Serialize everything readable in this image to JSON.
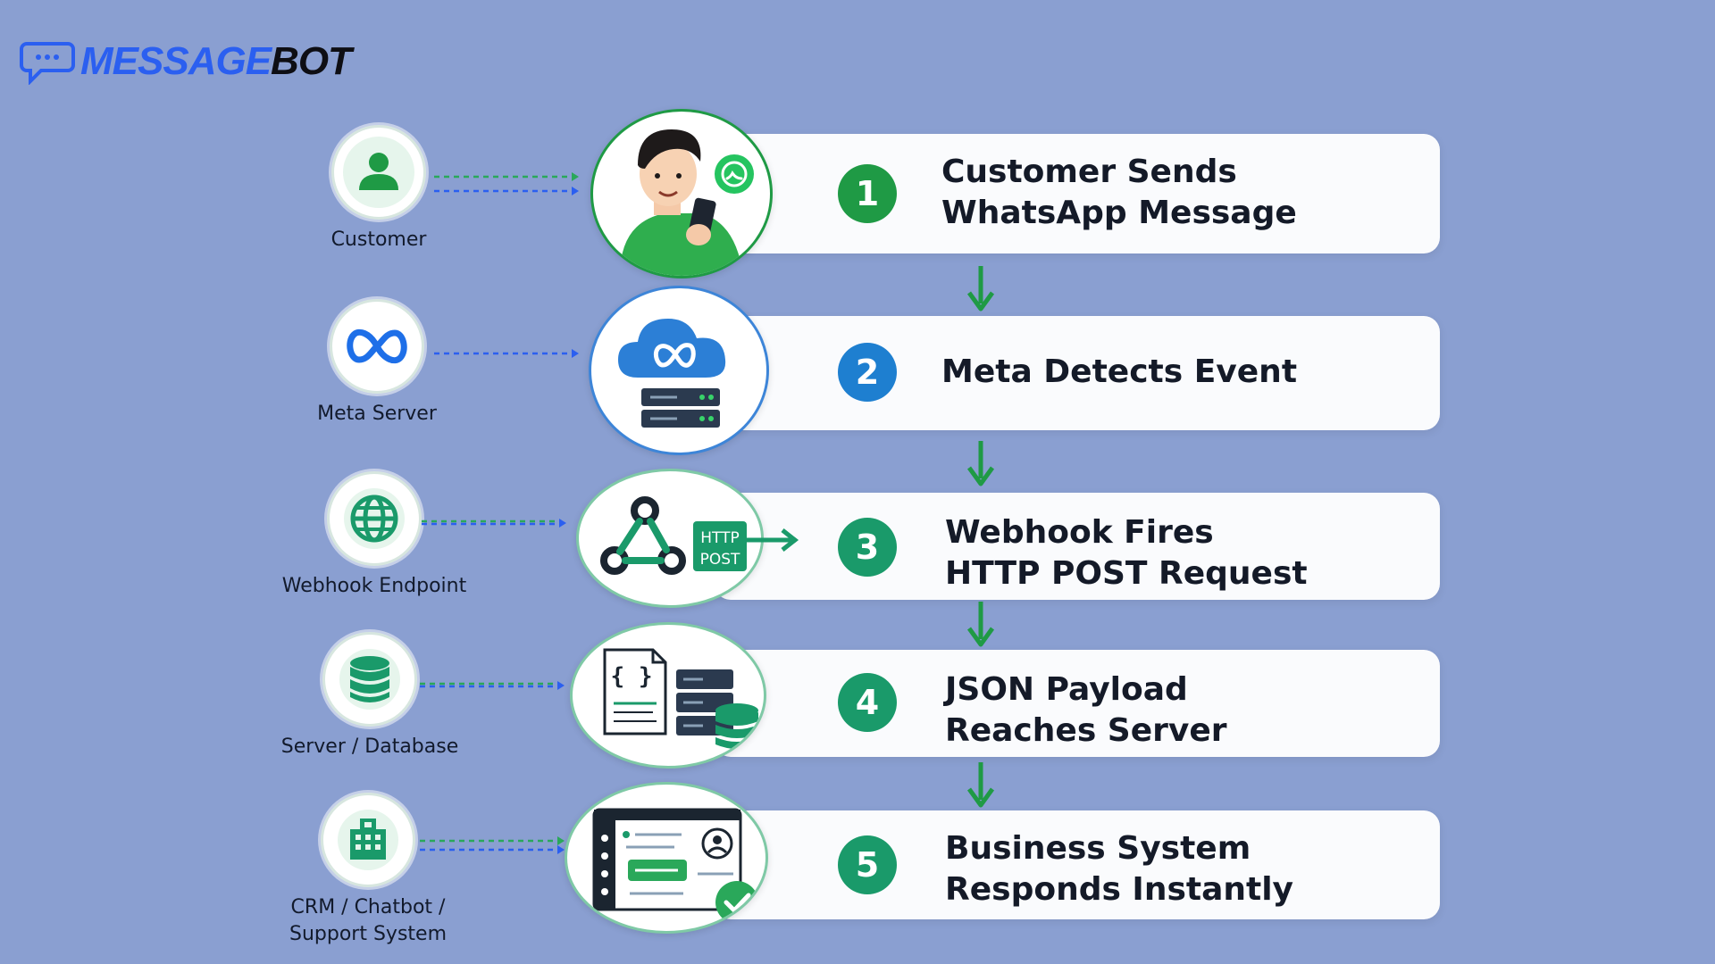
{
  "brand": {
    "part1": "MESSAGE",
    "part2": "BOT"
  },
  "actors": [
    {
      "label": "Customer",
      "icon": "user-icon"
    },
    {
      "label": "Meta Server",
      "icon": "meta-infinity-icon"
    },
    {
      "label": "Webhook Endpoint",
      "icon": "globe-icon"
    },
    {
      "label": "Server / Database",
      "icon": "database-icon"
    },
    {
      "label": "CRM / Chatbot /\nSupport System",
      "icon": "building-icon"
    }
  ],
  "steps": [
    {
      "number": "1",
      "title": "Customer Sends\nWhatsApp Message",
      "color": "#1f9a45"
    },
    {
      "number": "2",
      "title": "Meta Detects Event",
      "color": "#1e7fd0"
    },
    {
      "number": "3",
      "title": "Webhook Fires\nHTTP POST Request",
      "color": "#1a9a6a"
    },
    {
      "number": "4",
      "title": "JSON Payload\nReaches Server",
      "color": "#1a9a6a"
    },
    {
      "number": "5",
      "title": "Business System\nResponds Instantly",
      "color": "#1a9a6a"
    }
  ],
  "http_badge": {
    "line1": "HTTP",
    "line2": "POST"
  },
  "colors": {
    "background": "#8a9fd1",
    "green": "#1f9a45",
    "blue": "#2b5ff0",
    "teal": "#1a9a6a"
  }
}
